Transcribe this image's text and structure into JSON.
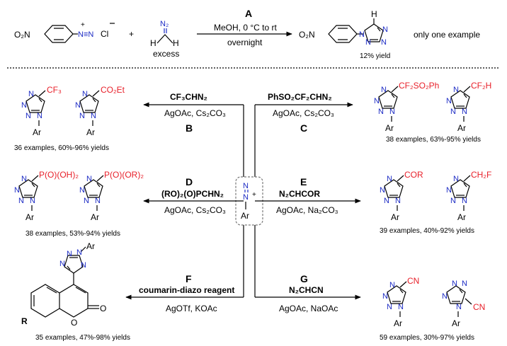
{
  "top": {
    "nitro": "O₂N",
    "diazonium": "N≡N",
    "counterion": "Cl",
    "plus": "+",
    "diazomethane_n2": "N₂",
    "h": "H",
    "excess": "excess",
    "label": "A",
    "conditions1": "MeOH, 0 °C to rt",
    "conditions2": "overnight",
    "yield": "12% yield",
    "note": "only one example"
  },
  "center": {
    "reagent": "Ar",
    "plus": "+"
  },
  "B": {
    "label": "B",
    "reagent": "CF₃CHN₂",
    "conditions": "AgOAc, Cs₂CO₃",
    "sub1": "CF₃",
    "sub2": "CO₂Et",
    "ar": "Ar",
    "summary": "36 examples, 60%-96% yields"
  },
  "C": {
    "label": "C",
    "reagent": "PhSO₂CF₂CHN₂",
    "conditions": "AgOAc, Cs₂CO₃",
    "sub1": "CF₂SO₂Ph",
    "sub2": "CF₂H",
    "ar": "Ar",
    "summary": "38 examples, 63%-95% yields"
  },
  "D": {
    "label": "D",
    "reagent": "(RO)₂(O)PCHN₂",
    "conditions": "AgOAc, Cs₂CO₃",
    "sub1": "P(O)(OH)₂",
    "sub2": "P(O)(OR)₂",
    "ar": "Ar",
    "summary": "38 examples, 53%-94% yields"
  },
  "E": {
    "label": "E",
    "reagent": "N₂CHCOR",
    "conditions": "AgOAc, Na₂CO₃",
    "sub1": "COR",
    "sub2": "CH₂F",
    "ar": "Ar",
    "summary": "39 examples, 40%-92% yields"
  },
  "F": {
    "label": "F",
    "reagent": "coumarin-diazo reagent",
    "conditions": "AgOTf, KOAc",
    "ar": "Ar",
    "r": "R",
    "o1": "O",
    "o2": "O",
    "summary": "35 examples, 47%-98% yields"
  },
  "G": {
    "label": "G",
    "reagent": "N₂CHCN",
    "conditions": "AgOAc, NaOAc",
    "sub1": "CN",
    "sub2": "CN",
    "ar": "Ar",
    "summary": "59 examples, 30%-97% yields"
  },
  "n": "N"
}
